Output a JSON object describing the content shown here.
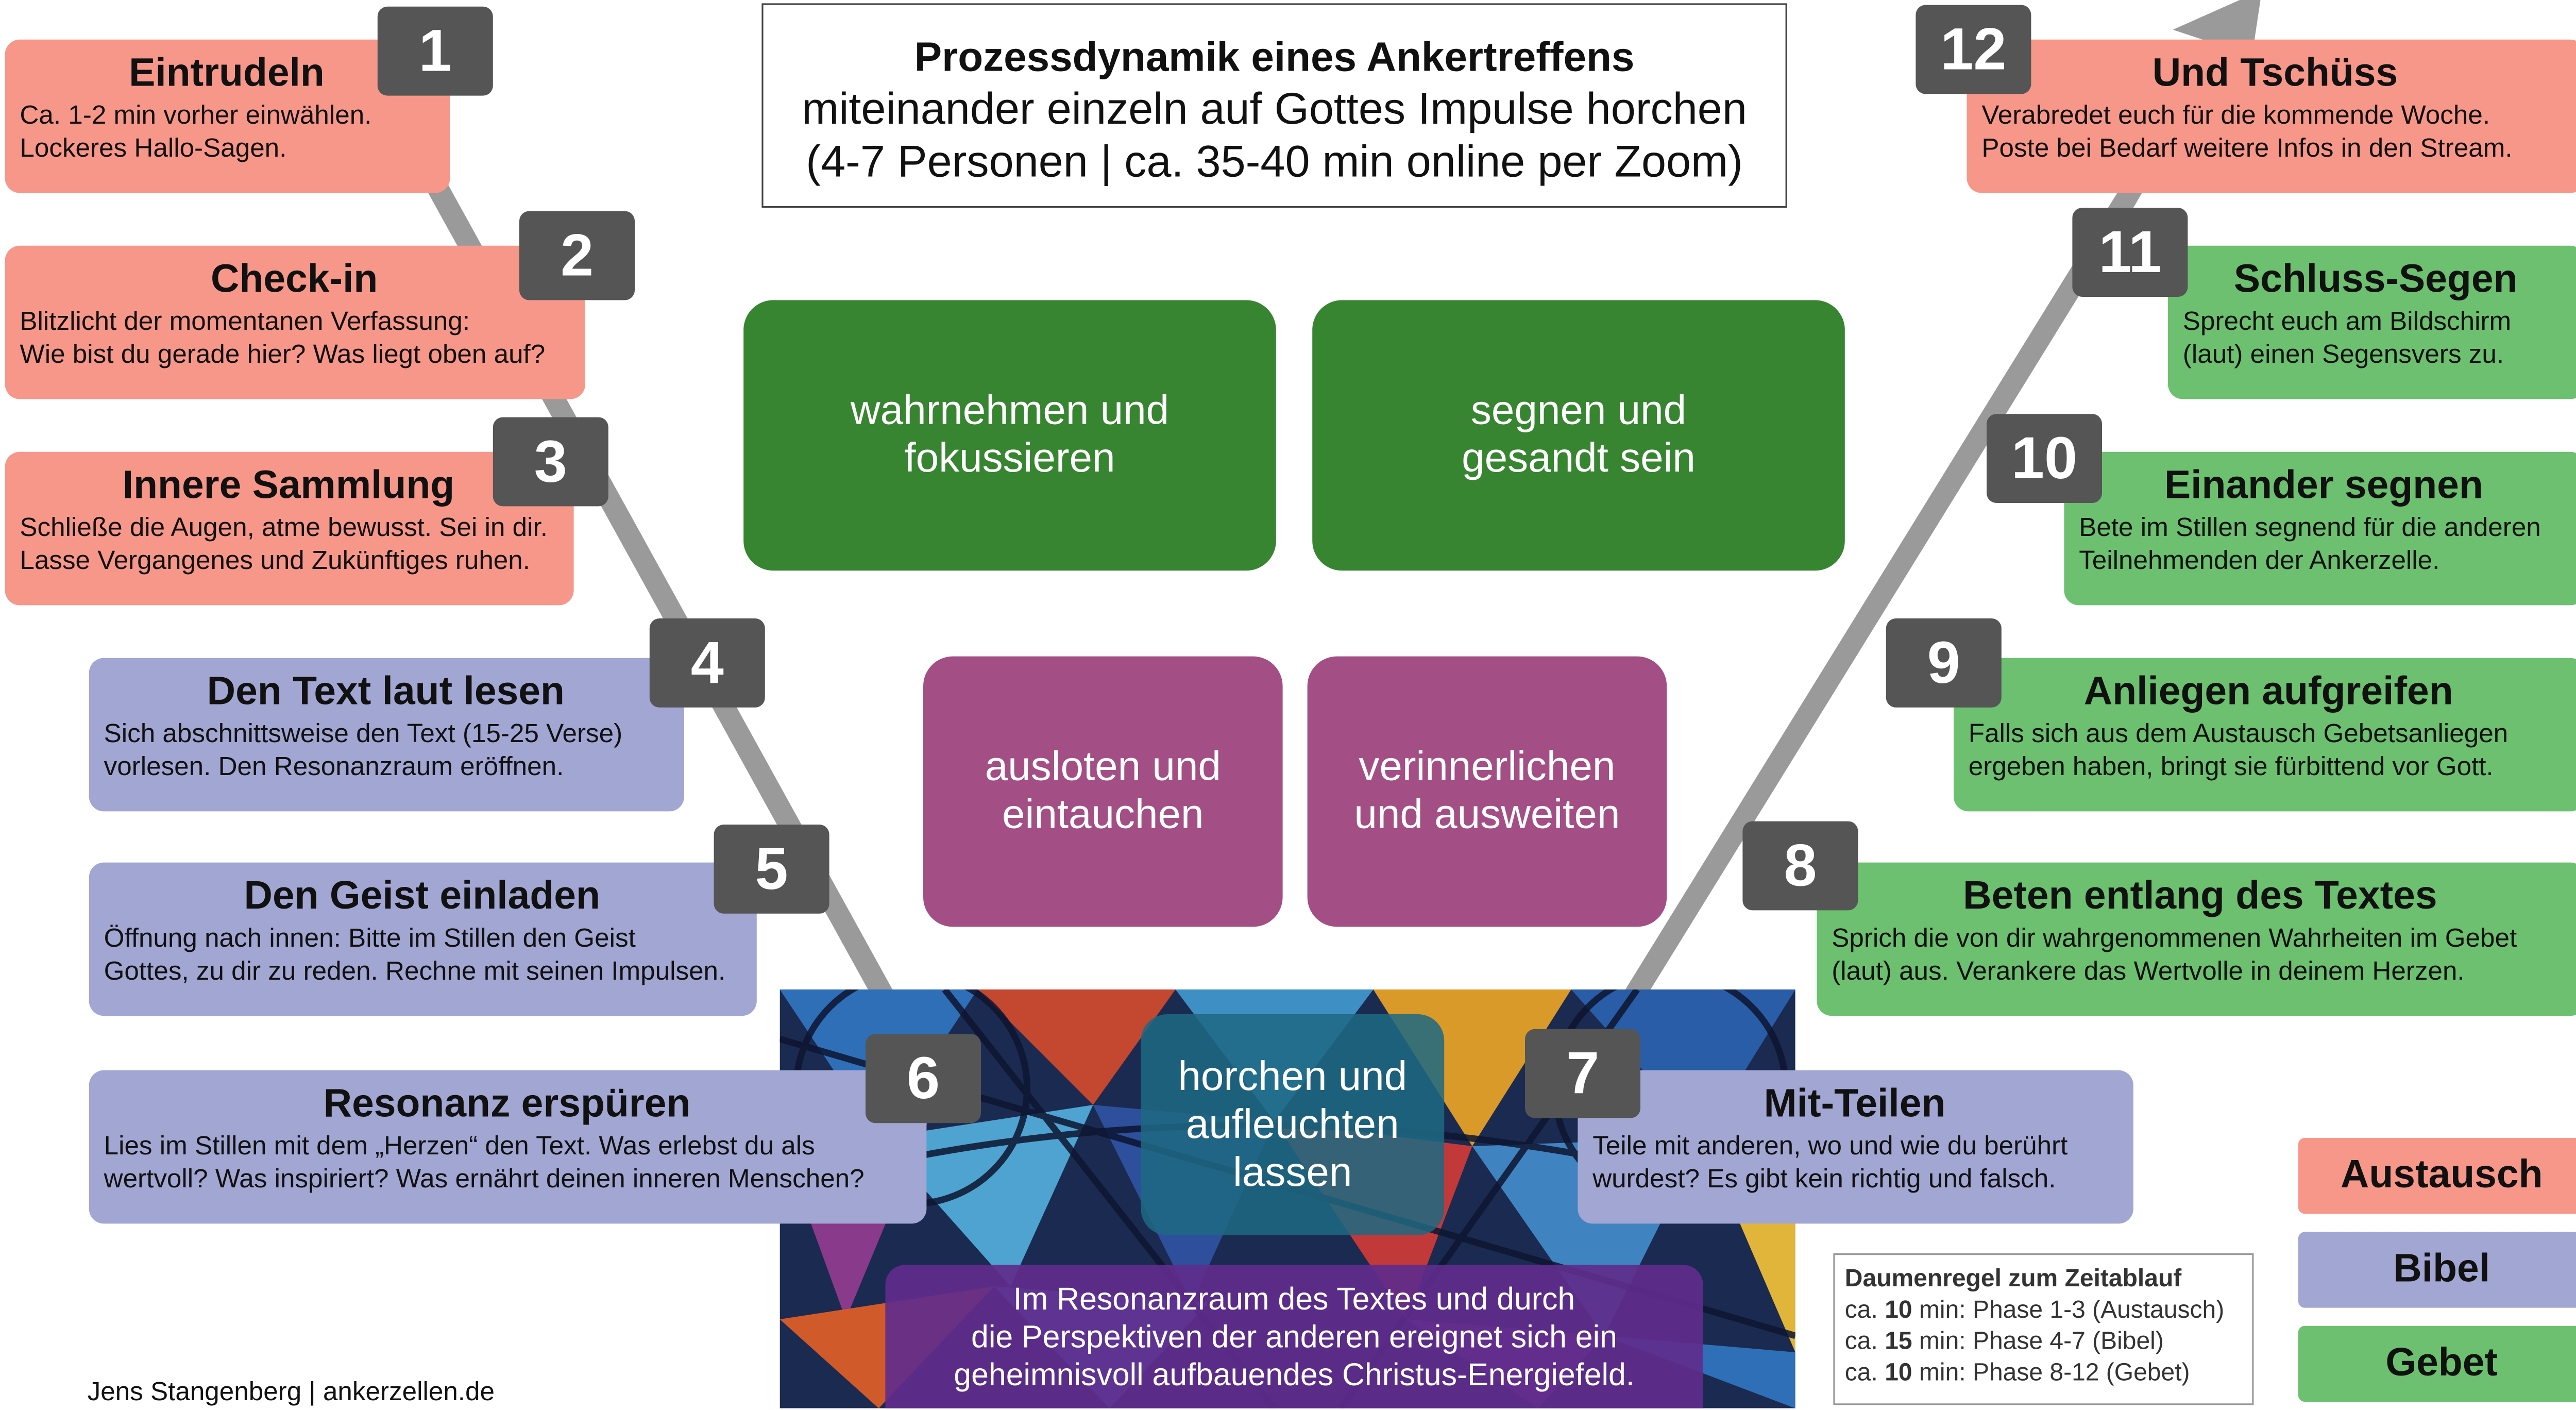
{
  "title": {
    "line1": "Prozessdynamik eines Ankertreffens",
    "line2": "miteinander einzeln auf Gottes Impulse horchen",
    "line3": "(4-7 Personen | ca. 35-40 min online per Zoom)"
  },
  "steps": [
    {
      "num": "1",
      "title": "Eintrudeln",
      "desc": "Ca. 1-2 min vorher einwählen.\nLockeres Hallo-Sagen.",
      "category": "Austausch"
    },
    {
      "num": "2",
      "title": "Check-in",
      "desc": "Blitzlicht der momentanen Verfassung:\nWie bist du gerade hier? Was liegt oben auf?",
      "category": "Austausch"
    },
    {
      "num": "3",
      "title": "Innere Sammlung",
      "desc": "Schließe die Augen, atme bewusst. Sei in dir.\nLasse Vergangenes und Zukünftiges ruhen.",
      "category": "Austausch"
    },
    {
      "num": "4",
      "title": "Den Text laut lesen",
      "desc": "Sich abschnittsweise den Text (15-25 Verse)\nvorlesen. Den Resonanzraum eröffnen.",
      "category": "Bibel"
    },
    {
      "num": "5",
      "title": "Den Geist einladen",
      "desc": "Öffnung nach innen: Bitte im Stillen den Geist\nGottes, zu dir zu reden. Rechne mit seinen Impulsen.",
      "category": "Bibel"
    },
    {
      "num": "6",
      "title": "Resonanz erspüren",
      "desc": "Lies im Stillen mit dem „Herzen“ den Text. Was erlebst du als\nwertvoll? Was inspiriert? Was ernährt deinen inneren Menschen?",
      "category": "Bibel"
    },
    {
      "num": "7",
      "title": "Mit-Teilen",
      "desc": "Teile mit anderen, wo und wie du berührt\nwurdest? Es gibt kein richtig und falsch.",
      "category": "Bibel"
    },
    {
      "num": "8",
      "title": "Beten entlang des Textes",
      "desc": "Sprich die von dir wahrgenommenen Wahrheiten im Gebet\n(laut) aus. Verankere das Wertvolle in deinem Herzen.",
      "category": "Gebet"
    },
    {
      "num": "9",
      "title": "Anliegen aufgreifen",
      "desc": "Falls sich aus dem Austausch Gebetsanliegen\nergeben haben, bringt sie fürbittend vor Gott.",
      "category": "Gebet"
    },
    {
      "num": "10",
      "title": "Einander segnen",
      "desc": "Bete im Stillen segnend für die anderen\nTeilnehmenden der Ankerzelle.",
      "category": "Gebet"
    },
    {
      "num": "11",
      "title": "Schluss-Segen",
      "desc": "Sprecht euch am Bildschirm\n(laut) einen Segensvers zu.",
      "category": "Gebet"
    },
    {
      "num": "12",
      "title": "Und Tschüss",
      "desc": "Verabredet euch für die kommende Woche.\nPoste bei Bedarf weitere Infos in den Stream.",
      "category": "Austausch"
    }
  ],
  "phases": {
    "p1": "wahrnehmen und\nfokussieren",
    "p2": "segnen und\ngesandt sein",
    "p3": "ausloten und\neintauchen",
    "p4": "verinnerlichen\nund ausweiten",
    "center": "horchen und\naufleuchten\nlassen"
  },
  "caption": "Im Resonanzraum des Textes und durch\ndie Perspektiven der anderen ereignet sich ein\ngeheimnisvoll aufbauendes Christus-Energiefeld.",
  "rule_of_thumb": {
    "heading": "Daumenregel zum Zeitablauf",
    "rows": [
      {
        "prefix": "ca. ",
        "minutes": "10",
        "rest": " min: Phase 1-3 (Austausch)"
      },
      {
        "prefix": "ca. ",
        "minutes": "15",
        "rest": " min: Phase 4-7 (Bibel)"
      },
      {
        "prefix": "ca. ",
        "minutes": "10",
        "rest": " min: Phase 8-12 (Gebet)"
      }
    ]
  },
  "legend": [
    {
      "label": "Austausch",
      "color": "#f7978a"
    },
    {
      "label": "Bibel",
      "color": "#a2a6d3"
    },
    {
      "label": "Gebet",
      "color": "#6cc06f"
    }
  ],
  "colors": {
    "austausch": "#f7978a",
    "bibel": "#a2a6d3",
    "gebet": "#6cc06f",
    "phase_green": "#378531",
    "phase_magenta": "#a34e85",
    "number_badge": "#555555",
    "arrow": "#9a9a9a"
  },
  "footer": "Jens Stangenberg | ankerzellen.de"
}
